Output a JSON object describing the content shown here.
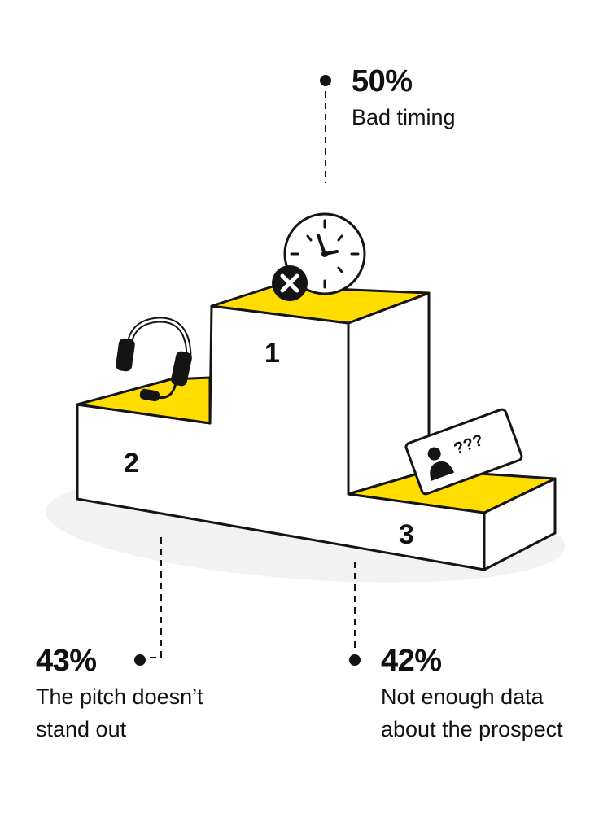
{
  "colors": {
    "accent": "#FFDD00",
    "ink": "#141414",
    "shadow": "#F2F2F2"
  },
  "podium": {
    "first": {
      "rank": "1",
      "icon": "clock-with-x-icon"
    },
    "second": {
      "rank": "2",
      "icon": "headset-icon"
    },
    "third": {
      "rank": "3",
      "icon": "unknown-profile-card-icon",
      "card_text": "???"
    }
  },
  "stats": [
    {
      "rank": 1,
      "percent": "50%",
      "label": "Bad timing",
      "value": 50
    },
    {
      "rank": 2,
      "percent": "43%",
      "label_lines": [
        "The pitch doesn’t",
        "stand out"
      ],
      "value": 43
    },
    {
      "rank": 3,
      "percent": "42%",
      "label_lines": [
        "Not enough data",
        "about the prospect"
      ],
      "value": 42
    }
  ]
}
